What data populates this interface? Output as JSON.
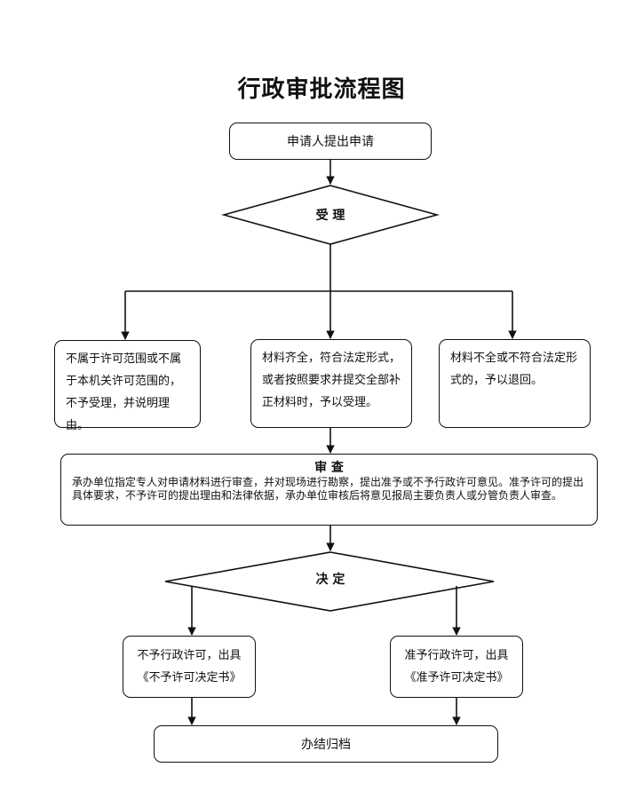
{
  "title": "行政审批流程图",
  "steps": {
    "apply": "申请人提出申请",
    "accept": "受 理",
    "branch_out_of_scope": "不属于许可范围或不属于本机关许可范围的，不予受理，并说明理由。",
    "branch_complete": "材料齐全，符合法定形式，或者按照要求并提交全部补正材料时，予以受理。",
    "branch_incomplete": "材料不全或不符合法定形式的，予以退回。",
    "review_title": "审 查",
    "review_text": "承办单位指定专人对申请材料进行审查，并对现场进行勘察，提出准予或不予行政许可意见。准予许可的提出具体要求，不予许可的提出理由和法律依据，承办单位审核后将意见报局主要负责人或分管负责人审查。",
    "decide": "决 定",
    "deny_line1": "不予行政许可，出具",
    "deny_line2": "《不予许可决定书》",
    "grant_line1": "准予行政许可，出具",
    "grant_line2": "《准予许可决定书》",
    "archive": "办结归档"
  }
}
